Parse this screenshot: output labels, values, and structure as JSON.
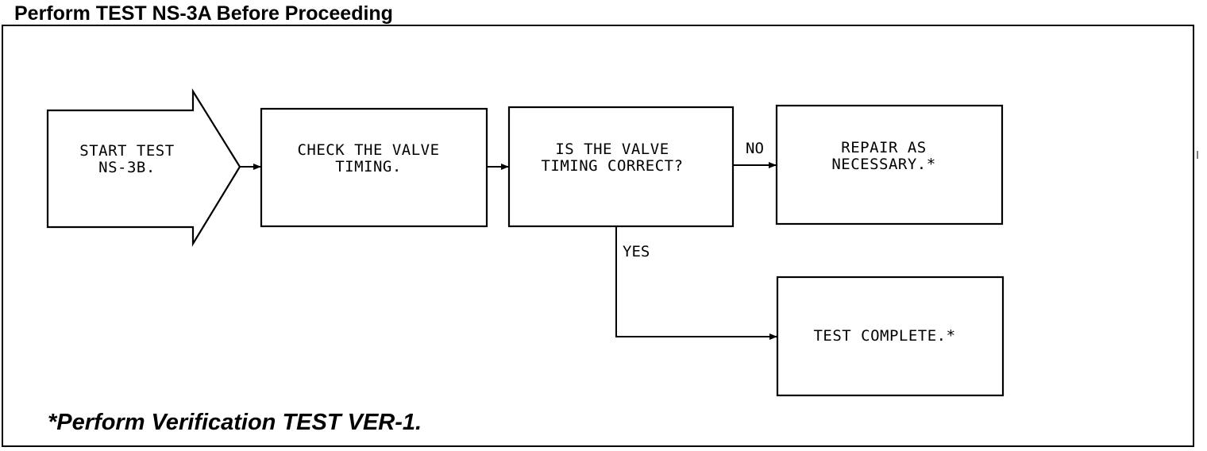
{
  "heading": "Perform TEST NS-3A Before Proceeding",
  "nodes": {
    "start": "START TEST\nNS-3B.",
    "check": "CHECK THE VALVE\nTIMING.",
    "decision": "IS THE VALVE\nTIMING CORRECT?",
    "repair": "REPAIR AS\nNECESSARY.*",
    "complete": "TEST COMPLETE.*"
  },
  "edges": {
    "no_label": "NO",
    "yes_label": "YES"
  },
  "footnote": "*Perform Verification TEST VER-1."
}
